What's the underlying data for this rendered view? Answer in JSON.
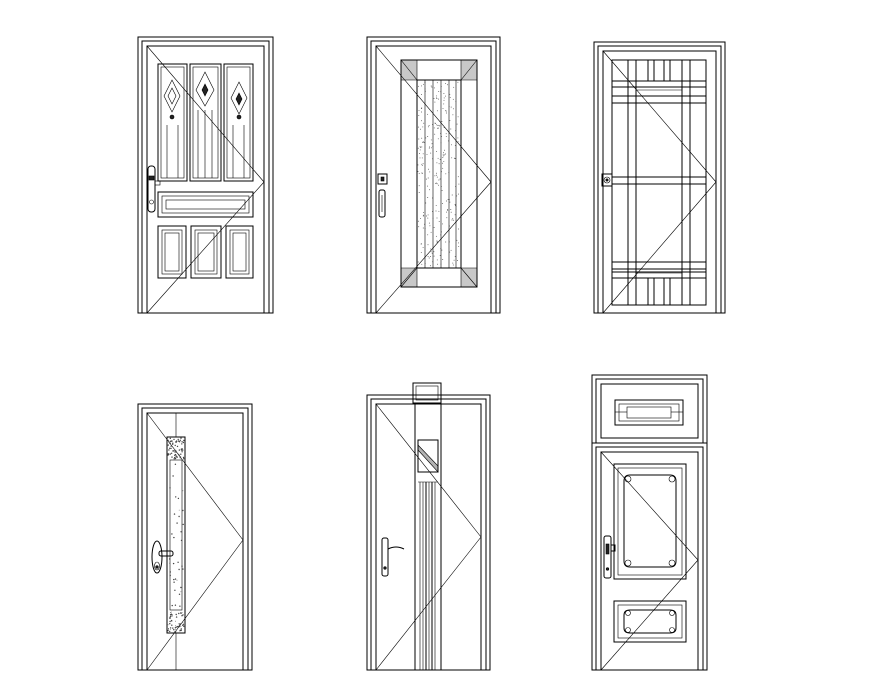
{
  "drawing": {
    "background": "#ffffff",
    "line_color": "#000000",
    "doors": [
      {
        "id": "door-1",
        "style": "panel-with-stained-glass"
      },
      {
        "id": "door-2",
        "style": "single-reeded-glass"
      },
      {
        "id": "door-3",
        "style": "grid-glass"
      },
      {
        "id": "door-4",
        "style": "flush-with-textured-strip"
      },
      {
        "id": "door-5",
        "style": "grooved-strip-with-header"
      },
      {
        "id": "door-6",
        "style": "panel-with-transom"
      }
    ]
  }
}
